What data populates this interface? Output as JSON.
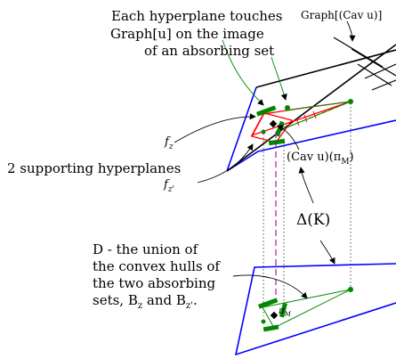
{
  "labels": {
    "hyperplane_note_line1": "Each hyperplane touches",
    "hyperplane_note_line2": "Graph[u] on the image",
    "hyperplane_note_line3": "of an absorbing set",
    "graph_cav_u": "Graph[(Cav u)]",
    "f_z": "f",
    "f_z_sub": "z",
    "supporting_hyperplanes": "2 supporting hyperplanes",
    "f_zprime": "f",
    "f_zprime_sub": "z'",
    "cav_u_pi": "(Cav u)(π",
    "cav_u_pi_sub": "M",
    "cav_u_pi_close": ")",
    "delta_k": "Δ(K)",
    "d_note_line1": "D - the union of",
    "d_note_line2": "the convex hulls of",
    "d_note_line3": "the two absorbing",
    "d_note_line4_prefix": "sets, B",
    "d_note_line4_sub1": "z",
    "d_note_line4_mid": " and B",
    "d_note_line4_sub2": "z'",
    "d_note_line4_suffix": ".",
    "pi_m": "π",
    "pi_m_sub": "M"
  },
  "colors": {
    "simplex_edge": "#0000ff",
    "graph_edge": "#000000",
    "convex_hull": "#008800",
    "absorbing_set": "#008800",
    "hyperplane": "#ff0000",
    "projection_dash": "#aa00aa",
    "vertical_dotted": "#555555"
  }
}
